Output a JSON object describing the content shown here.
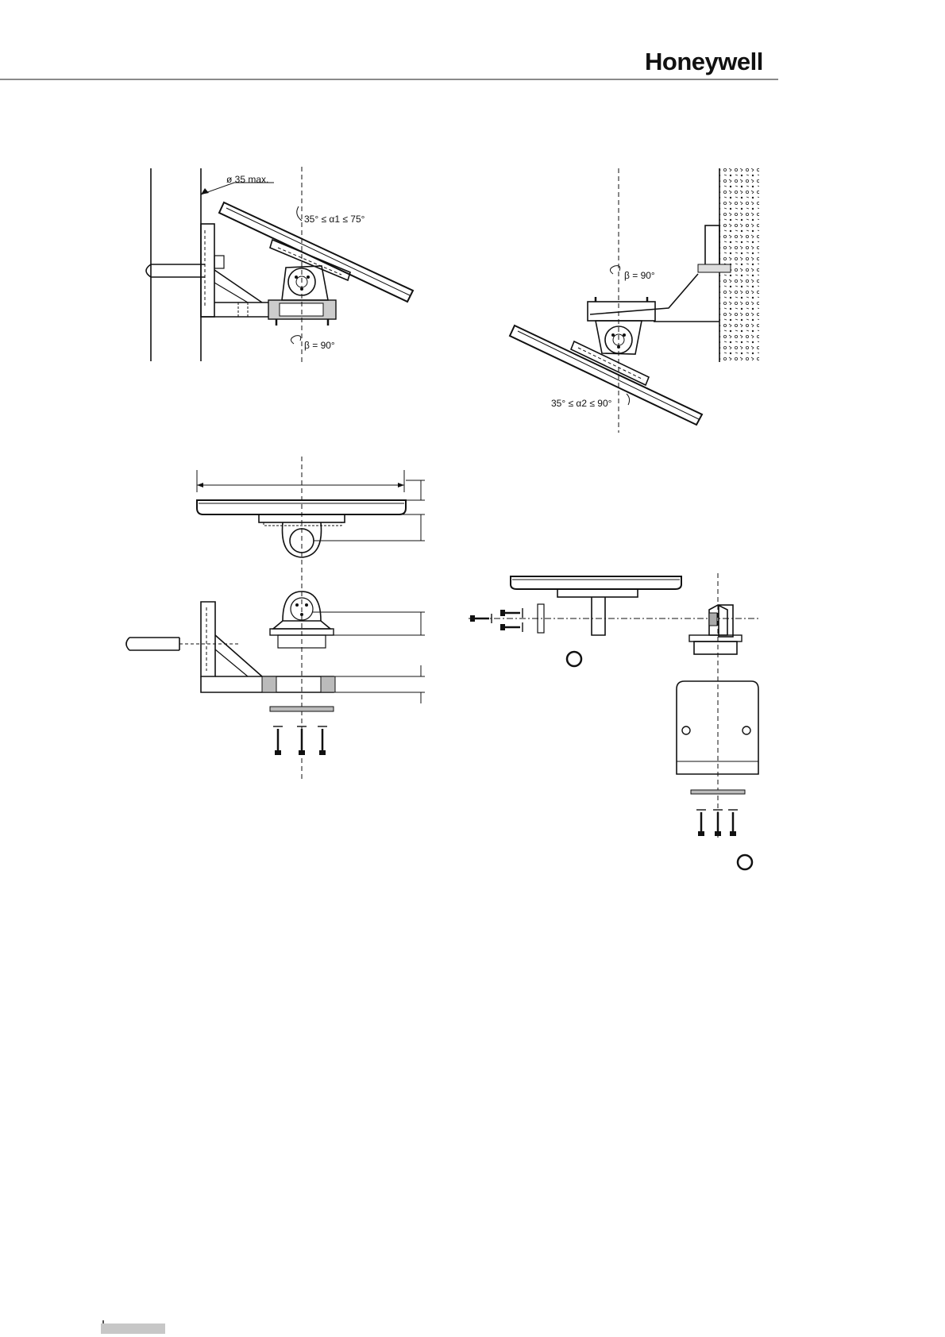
{
  "header": {
    "logo_text": "Honeywell"
  },
  "figures": {
    "pole_mount": {
      "pole_diameter_label": "ø 35 max.",
      "tilt_label": "35° ≤ α1 ≤ 75°",
      "rotation_label": "β = 90°"
    },
    "wall_mount": {
      "rotation_label": "β = 90°",
      "tilt_label": "35° ≤ α2 ≤ 90°"
    }
  },
  "colors": {
    "line": "#111111",
    "rule": "#8a8a8a",
    "footer_bar": "#c7c7c7"
  }
}
